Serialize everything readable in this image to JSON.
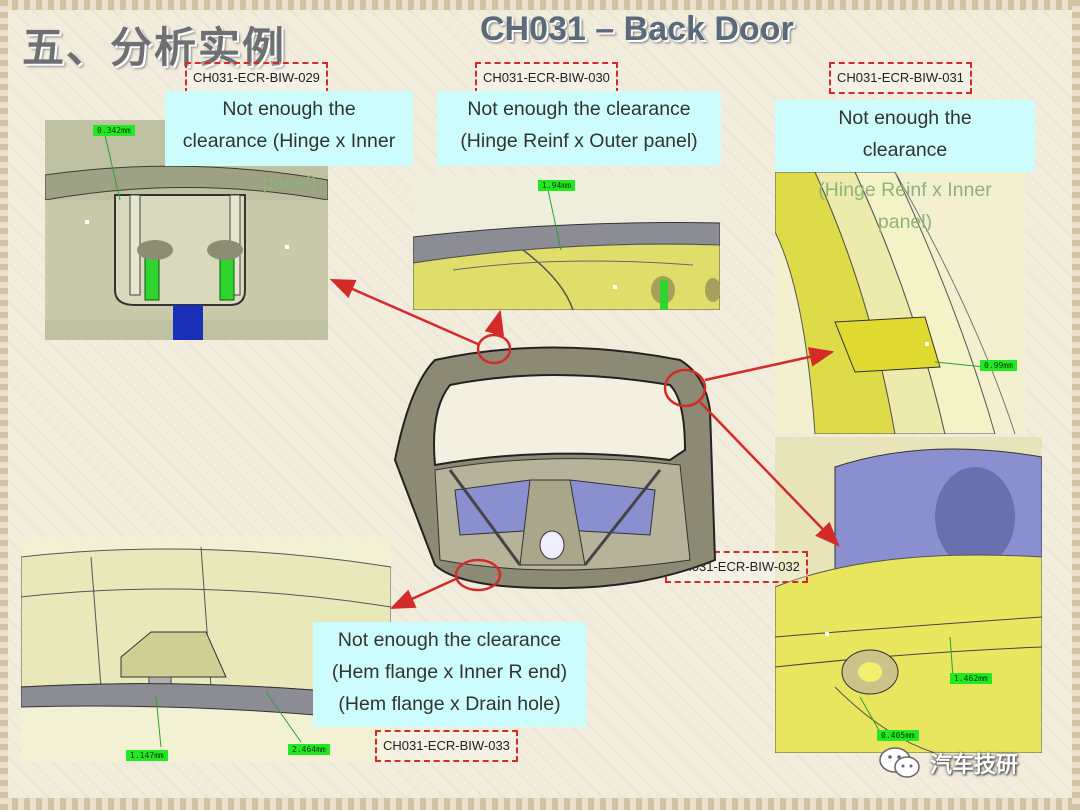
{
  "slide": {
    "title": "五、分析实例",
    "subtitle": "CH031 – Back Door"
  },
  "cases": [
    {
      "code": "CH031-ECR-BIW-029",
      "lines": [
        "Not enough the",
        "clearance (Hinge x Inner"
      ],
      "overflow": "panel)",
      "measure": "0.342mm"
    },
    {
      "code": "CH031-ECR-BIW-030",
      "lines": [
        "Not enough the clearance",
        "(Hinge Reinf x Outer panel)"
      ],
      "overflow": "",
      "measure": "1.94mm"
    },
    {
      "code": "CH031-ECR-BIW-031",
      "lines": [
        "Not enough the",
        "clearance"
      ],
      "overflow": "(Hinge Reinf x Inner panel)",
      "measure": "0.99mm"
    },
    {
      "code": "CH031-ECR-BIW-032",
      "lines": [],
      "overflow": "",
      "measures": [
        "1.462mm",
        "0.405mm"
      ]
    },
    {
      "code": "CH031-ECR-BIW-033",
      "lines": [
        "Not enough the clearance",
        "(Hem flange x Inner R end)",
        "(Hem flange x Drain hole)"
      ],
      "overflow": "",
      "measures": [
        "1.147mm",
        "2.464mm"
      ]
    }
  ],
  "watermark": {
    "text": "汽车技研",
    "icon": "wechat-icon"
  },
  "colors": {
    "callout_red": "#d42a2a",
    "note_bg": "#ccfcfc",
    "measure_green": "#22e822",
    "part_yellow": "#e6e27a",
    "part_blue": "#8a8fd0"
  }
}
